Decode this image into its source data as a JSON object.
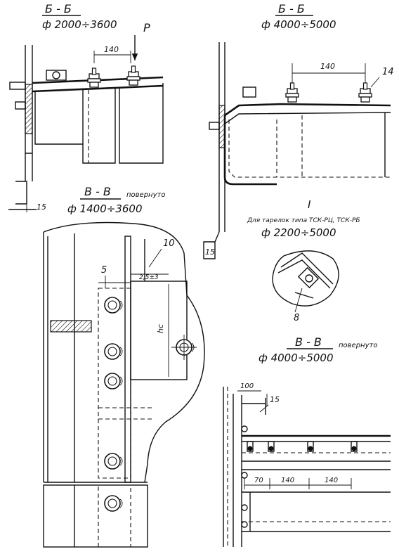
{
  "views": {
    "top_left": {
      "title": "Б - Б",
      "range": "ф 2000÷3600",
      "force_label": "P",
      "dim_spacing": "140",
      "dim_flange": "15"
    },
    "top_right": {
      "title": "Б - Б",
      "range": "ф 4000÷5000",
      "dim_spacing": "140",
      "callout": "14",
      "dim_flange": "15"
    },
    "middle_left": {
      "title": "В - В",
      "rotated": "повернуто",
      "range": "ф 1400÷3600",
      "callout_10": "10",
      "callout_5": "5",
      "dim_gap": "2,5±3",
      "dim_hc": "hc"
    },
    "detail_I": {
      "title": "I",
      "note": "Для тарелок типа ТСК-РЦ, ТСК-РБ",
      "range": "ф  2200÷5000",
      "callout": "8"
    },
    "bottom_right": {
      "title": "В - В",
      "rotated": "повернуто",
      "range": "ф 4000÷5000",
      "dim_100": "100",
      "callout_15": "15",
      "dim_70": "70",
      "dim_140a": "140",
      "dim_140b": "140"
    }
  }
}
